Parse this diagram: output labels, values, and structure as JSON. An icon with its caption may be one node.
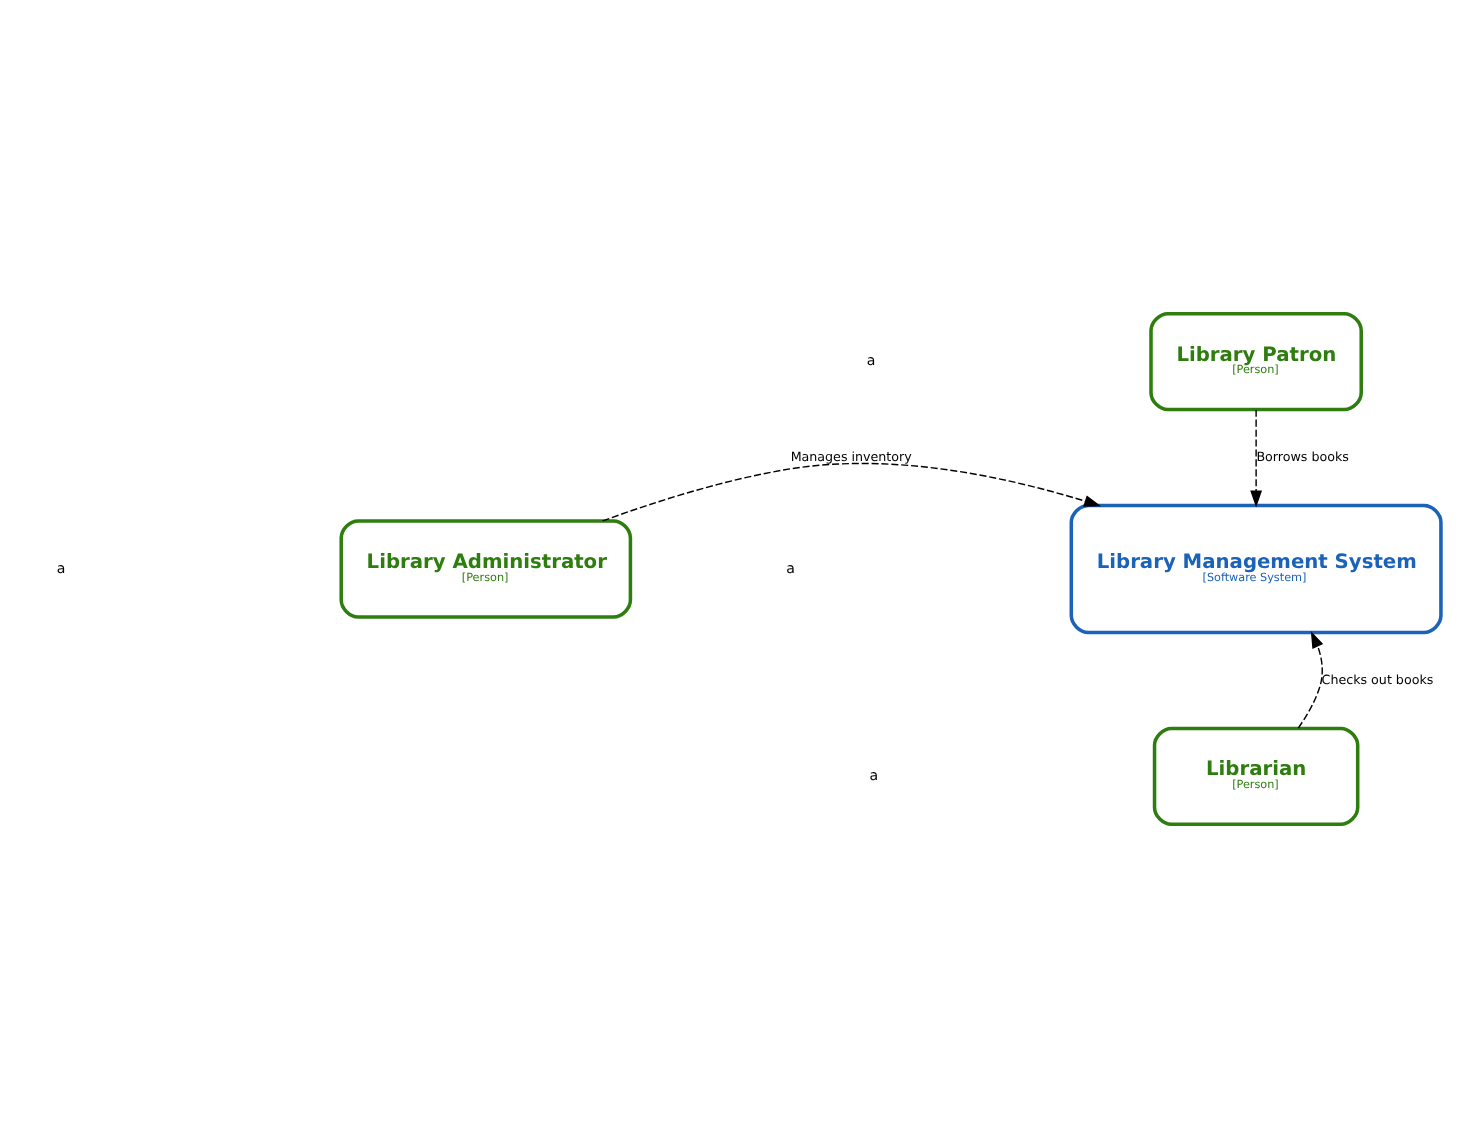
{
  "diagram": {
    "nodes": [
      {
        "text": [
          "Library Patron",
          "[Person]"
        ]
      },
      {
        "text": [
          "Library Management System",
          "[Software System]"
        ]
      },
      {
        "text": [
          "Library Administrator",
          "[Person]"
        ]
      },
      {
        "text": [
          "Librarian",
          "[Person]"
        ]
      }
    ],
    "edges": [
      {
        "from": 0,
        "to": 1,
        "arrow": "to",
        "label": "Borrows books",
        "style": "dashed"
      },
      {
        "from": 2,
        "to": 1,
        "arrow": "to",
        "label": "Manages inventory",
        "style": "dashed"
      },
      {
        "from": 3,
        "to": 1,
        "arrow": "to",
        "label": "Checks out books",
        "style": "dashed"
      }
    ],
    "labels": [
      "a",
      "a",
      "a",
      "a"
    ]
  }
}
